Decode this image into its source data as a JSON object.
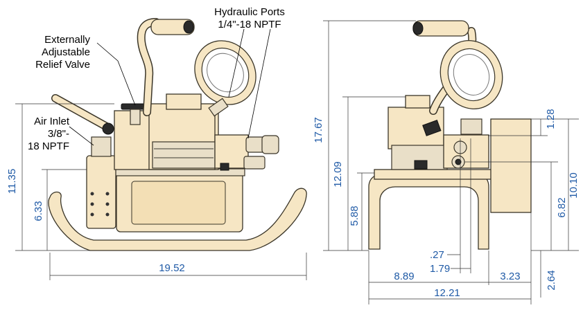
{
  "callouts": {
    "hydraulic_ports": [
      "Hydraulic Ports",
      "1/4\"-18 NPTF"
    ],
    "relief_valve": [
      "Externally",
      "Adjustable",
      "Relief Valve"
    ],
    "air_inlet": [
      "Air Inlet",
      "3/8\"-",
      "18 NPTF"
    ]
  },
  "dimensions": {
    "height_total": "11.35",
    "height_inlet": "6.33",
    "width_front": "19.52",
    "height_side_total": "17.67",
    "height_side_body": "12.09",
    "height_side_base": "5.88",
    "port_offset_1": ".27",
    "port_offset_2": "1.79",
    "depth_a": "8.89",
    "depth_b": "3.23",
    "depth_total": "12.21",
    "right_top": "1.28",
    "right_height": "10.10",
    "right_mid": "6.82",
    "right_low": "2.64"
  },
  "colors": {
    "body": "#f6e6c4",
    "dimension_text": "#1f5aa6"
  }
}
